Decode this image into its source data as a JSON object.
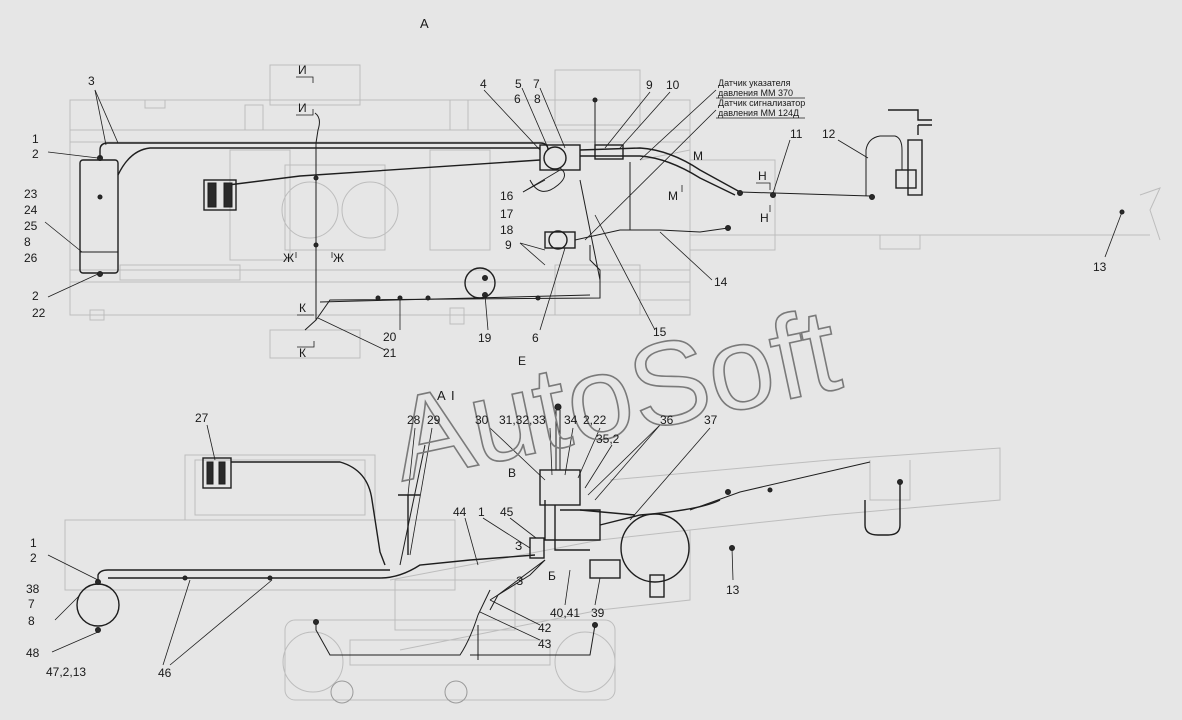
{
  "view_labels": {
    "top": "А",
    "bottom": "А",
    "bottom_marker": "I"
  },
  "watermark": "AutoSoft",
  "sensor_notes": {
    "line1": "Датчик указателя",
    "line2": "давления ММ 370",
    "line3": "Датчик сигнализатор",
    "line4": "давления ММ 124Д"
  },
  "section_marks": {
    "i_top": "И",
    "i_mid": "И",
    "zh_left": "Ж",
    "zh_right": "Ж",
    "k_top": "К",
    "k_bottom": "К",
    "m_top": "М",
    "m_bottom": "М",
    "n_top": "Н",
    "n_bottom": "Н",
    "e_mark": "Е",
    "v_mark": "В",
    "b_mark": "Б",
    "z_top": "З",
    "z_bottom": "З"
  },
  "callouts_top": {
    "c1": "1",
    "c2": "2",
    "c3": "3",
    "c23": "23",
    "c24": "24",
    "c25": "25",
    "c8": "8",
    "c26": "26",
    "c2b": "2",
    "c22": "22",
    "c4": "4",
    "c5": "5",
    "c7": "7",
    "c6": "6",
    "c8b": "8",
    "c9": "9",
    "c10": "10",
    "c11": "11",
    "c12": "12",
    "c16": "16",
    "c17": "17",
    "c18": "18",
    "c9b": "9",
    "c13": "13",
    "c14": "14",
    "c15": "15",
    "c6b": "6",
    "c19": "19",
    "c20": "20",
    "c21": "21"
  },
  "callouts_bottom": {
    "c27": "27",
    "c28": "28",
    "c29": "29",
    "c30": "30",
    "c31": "31,32,33",
    "c34": "34",
    "c2_22": "2,22",
    "c35": "35,2",
    "c36": "36",
    "c37": "37",
    "c1": "1",
    "c2": "2",
    "c38": "38",
    "c7": "7",
    "c8": "8",
    "c48": "48",
    "c47": "47,2,13",
    "c46": "46",
    "c44": "44",
    "c1b": "1",
    "c45": "45",
    "c40": "40,41",
    "c39": "39",
    "c42": "42",
    "c43": "43",
    "c13": "13"
  }
}
